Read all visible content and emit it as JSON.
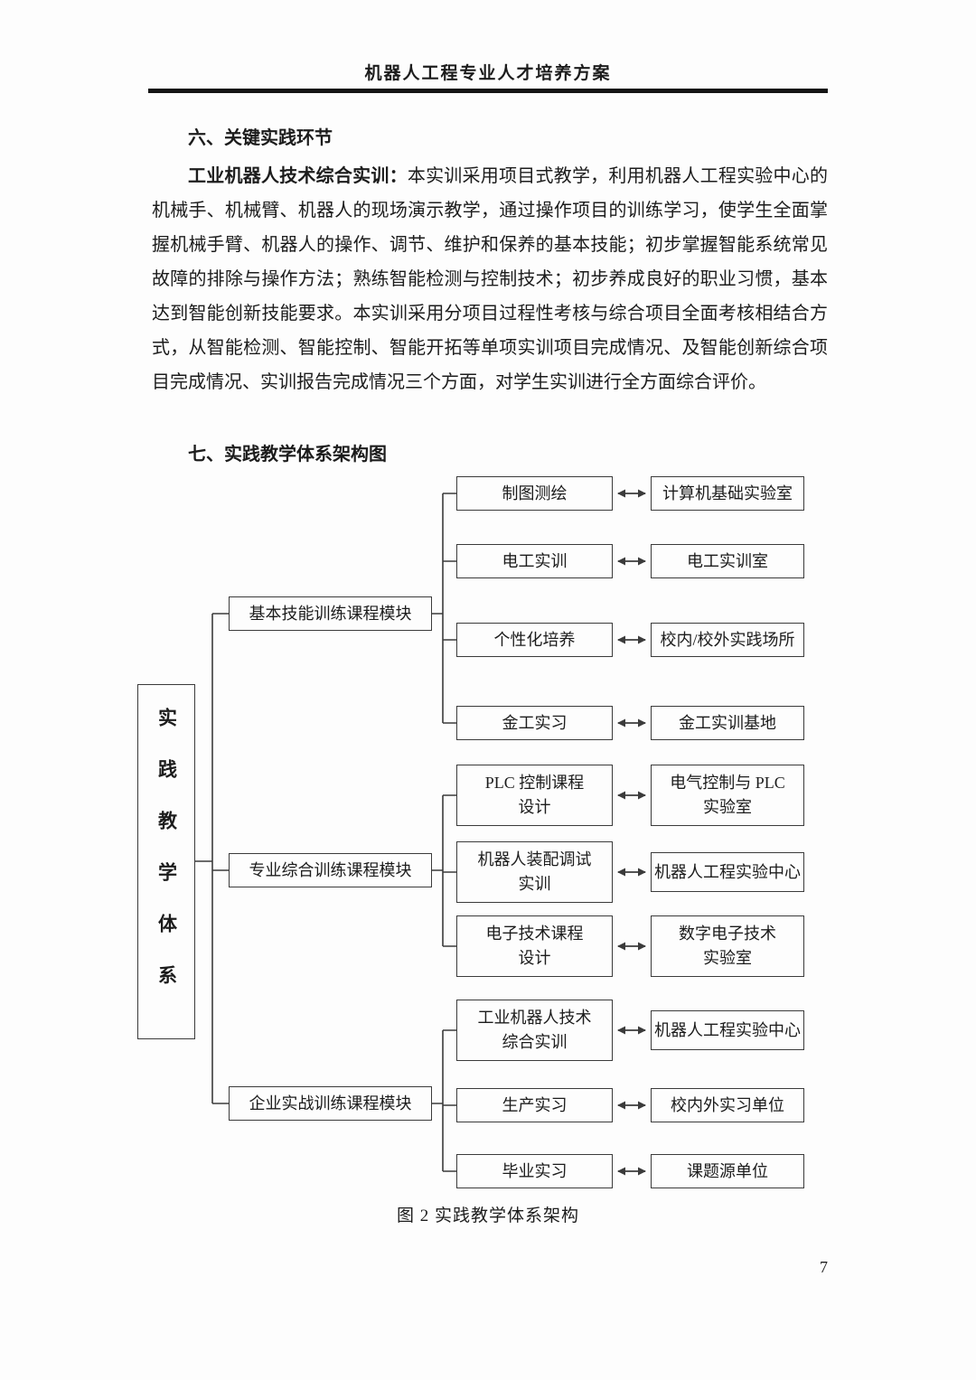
{
  "page": {
    "header_title": "机器人工程专业人才培养方案",
    "page_number": "7"
  },
  "section6": {
    "heading": "六、关键实践环节",
    "para_lead": "工业机器人技术综合实训：",
    "para_body": "本实训采用项目式教学，利用机器人工程实验中心的机械手、机械臂、机器人的现场演示教学，通过操作项目的训练学习，使学生全面掌握机械手臂、机器人的操作、调节、维护和保养的基本技能；初步掌握智能系统常见故障的排除与操作方法；熟练智能检测与控制技术；初步养成良好的职业习惯，基本达到智能创新技能要求。本实训采用分项目过程性考核与综合项目全面考核相结合方式，从智能检测、智能控制、智能开拓等单项实训项目完成情况、及智能创新综合项目完成情况、实训报告完成情况三个方面，对学生实训进行全方面综合评价。"
  },
  "section7": {
    "heading": "七、实践教学体系架构图"
  },
  "diagram": {
    "root": "实践教学体系",
    "caption": "图 2  实践教学体系架构",
    "line_color": "#3b3b3b",
    "modules": [
      {
        "label": "基本技能训练课程模块",
        "pairs": [
          {
            "course": "制图测绘",
            "venue": "计算机基础实验室"
          },
          {
            "course": "电工实训",
            "venue": "电工实训室"
          },
          {
            "course": "个性化培养",
            "venue": "校内/校外实践场所"
          },
          {
            "course": "金工实习",
            "venue": "金工实训基地"
          }
        ]
      },
      {
        "label": "专业综合训练课程模块",
        "pairs": [
          {
            "course": "PLC 控制课程\n设计",
            "venue": "电气控制与 PLC\n实验室"
          },
          {
            "course": "机器人装配调试\n实训",
            "venue": "机器人工程实验中心"
          },
          {
            "course": "电子技术课程\n设计",
            "venue": "数字电子技术\n实验室"
          }
        ]
      },
      {
        "label": "企业实战训练课程模块",
        "pairs": [
          {
            "course": "工业机器人技术\n综合实训",
            "venue": "机器人工程实验中心"
          },
          {
            "course": "生产实习",
            "venue": "校内外实习单位"
          },
          {
            "course": "毕业实习",
            "venue": "课题源单位"
          }
        ]
      }
    ]
  }
}
